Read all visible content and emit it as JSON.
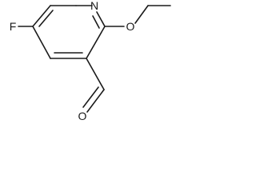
{
  "molecule": {
    "atoms": {
      "nitrogen": "N",
      "fluorine": "F",
      "ether_oxygen": "O",
      "aldehyde_oxygen": "O"
    },
    "colors": {
      "ink": "#1a1a1a",
      "background": "#ffffff"
    }
  }
}
